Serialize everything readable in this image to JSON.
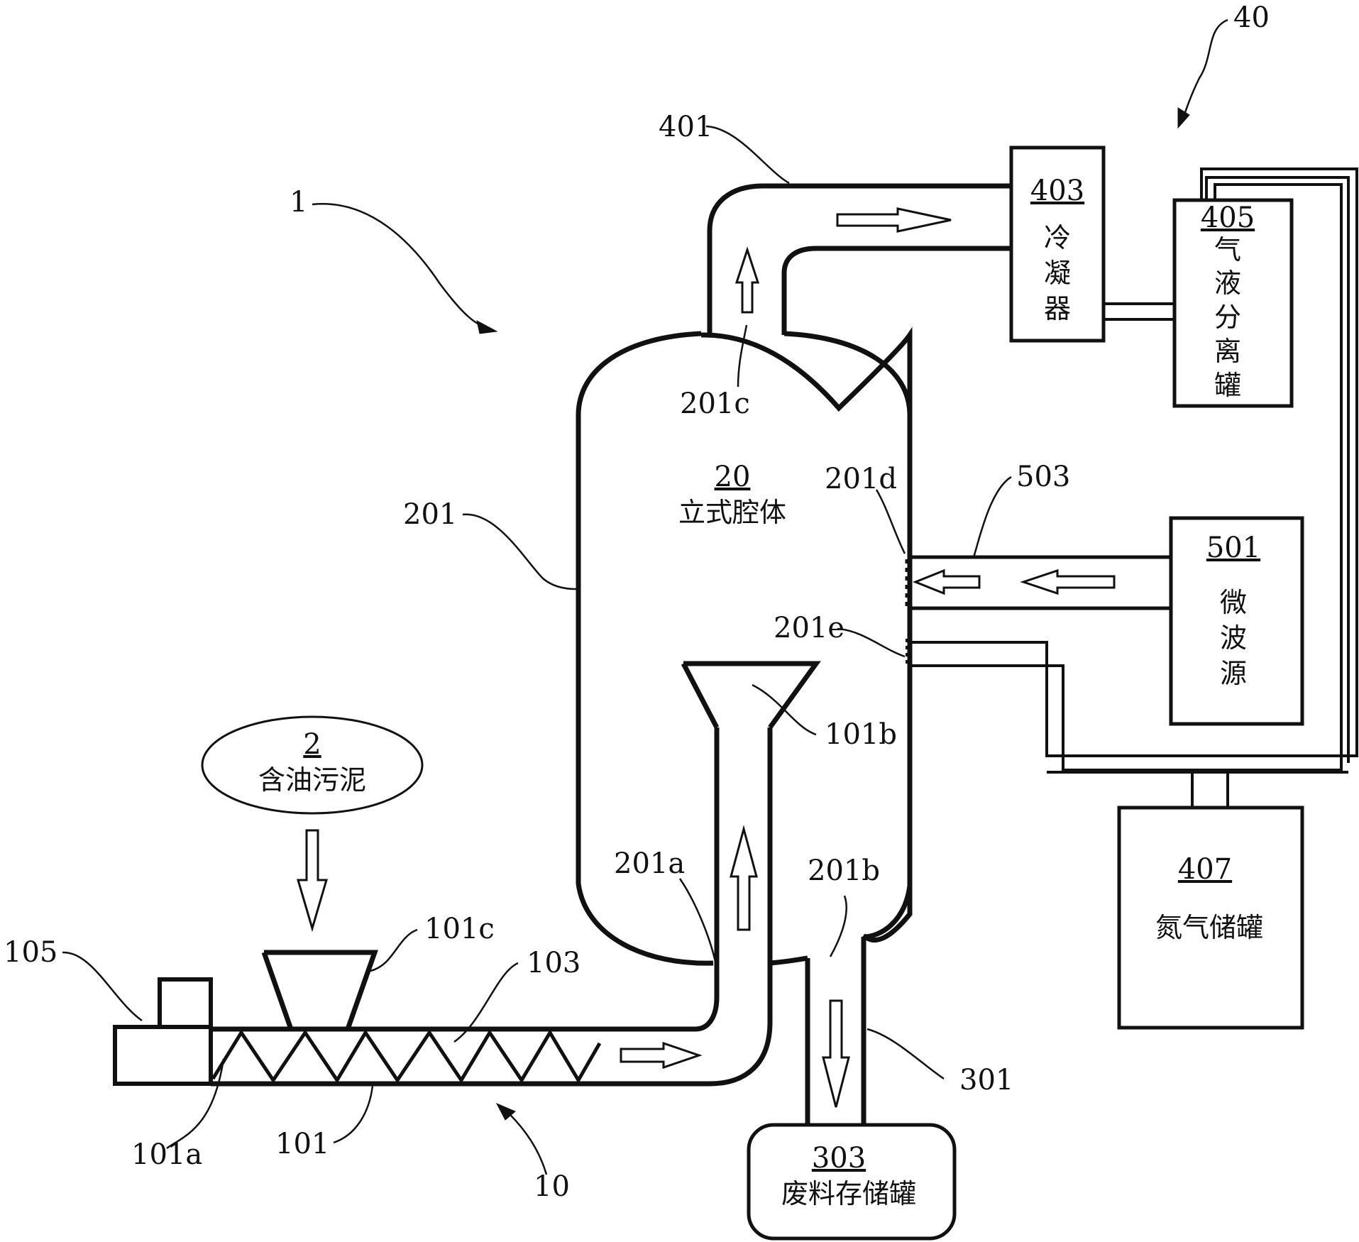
{
  "components": {
    "sludge": {
      "num": "2",
      "name": "含油污泥"
    },
    "chamber": {
      "num": "20",
      "name": "立式腔体"
    },
    "condenser": {
      "num": "403",
      "name": [
        "冷",
        "凝",
        "器"
      ]
    },
    "separator": {
      "num": "405",
      "name": [
        "气",
        "液",
        "分",
        "离",
        "罐"
      ]
    },
    "microwave": {
      "num": "501",
      "name": [
        "微",
        "波",
        "源"
      ]
    },
    "nitrogen": {
      "num": "407",
      "name": "氮气储罐"
    },
    "waste": {
      "num": "303",
      "name": "废料存储罐"
    }
  },
  "refs": {
    "r1": "1",
    "r10": "10",
    "r40": "40",
    "r101": "101",
    "r101a": "101a",
    "r101b": "101b",
    "r101c": "101c",
    "r103": "103",
    "r105": "105",
    "r201": "201",
    "r201a": "201a",
    "r201b": "201b",
    "r201c": "201c",
    "r201d": "201d",
    "r201e": "201e",
    "r301": "301",
    "r401": "401",
    "r503": "503"
  },
  "colors": {
    "line": "#111111",
    "background": "#ffffff"
  }
}
